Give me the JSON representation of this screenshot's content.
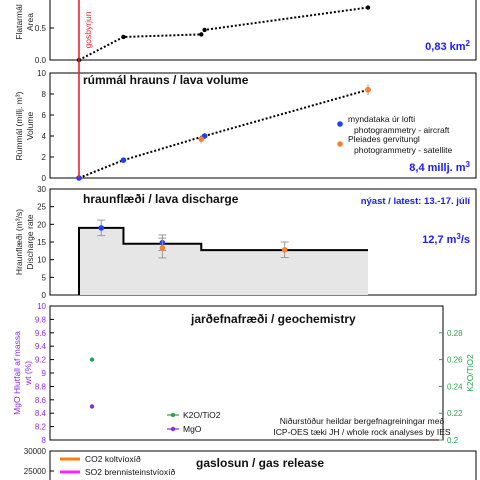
{
  "colors": {
    "aircraft": "#1f3fff",
    "satellite": "#ff7f2a",
    "eruption_line": "#e8232a",
    "k2o": "#2ca24a",
    "mgo": "#8a2be2",
    "co2": "#ff7f0e",
    "so2": "#ff22ff",
    "bar_fill": "#e6e6e6",
    "annotation_blue": "#1a1aff"
  },
  "chart_data": [
    {
      "type": "line",
      "ylabel": "Flatarmál hrauns / Area",
      "ylabel_lines": [
        "Flatarmál",
        "Area"
      ],
      "ytick_labels": [
        "0.0",
        "0.5"
      ],
      "ylim": [
        0,
        1.0
      ],
      "x": [
        0,
        4,
        11,
        11.3,
        26
      ],
      "y": [
        0,
        0.36,
        0.4,
        0.47,
        0.82
      ],
      "eruption_label": "gosbyrjun",
      "value_label": "0,83 km",
      "value_sup": "2"
    },
    {
      "type": "scatter",
      "title": "rúmmál hrauns / lava volume",
      "ylabel_lines": [
        "Rúmmál (millj. m³)",
        "Volume"
      ],
      "ytick_labels": [
        "0",
        "2",
        "4",
        "6",
        "8",
        "10"
      ],
      "ylim": [
        0,
        10
      ],
      "series": [
        {
          "name": "myndataka úr lofti photogrammetry - aircraft",
          "legend_lines": [
            "myndataka úr lofti",
            "photogrammetry - aircraft"
          ],
          "x": [
            0,
            4,
            11.3,
            26
          ],
          "y": [
            0,
            1.7,
            4.0,
            8.4
          ],
          "yerr": [
            0,
            0.1,
            0.3,
            0.5
          ]
        },
        {
          "name": "Pleiades gervitungl photogrammetry - satellite",
          "legend_lines": [
            "Pleiades gervitungl",
            "photogrammetry - satellite"
          ],
          "x": [
            11,
            26
          ],
          "y": [
            3.7,
            8.4
          ],
          "yerr": [
            0.4,
            0.4
          ]
        }
      ],
      "trend_x": [
        0,
        4,
        11.3,
        26
      ],
      "trend_y": [
        0,
        1.7,
        4.0,
        8.4
      ],
      "value_label": "8,4 millj. m",
      "value_sup": "3"
    },
    {
      "type": "bar",
      "title": "hraunflæði / lava discharge",
      "ylabel_lines": [
        "Hraunflæði (m³/s)",
        "Discharge rate"
      ],
      "ytick_labels": [
        "0",
        "5",
        "10",
        "15",
        "20",
        "25",
        "30"
      ],
      "ylim": [
        0,
        30
      ],
      "steps": [
        {
          "x0": 0,
          "x1": 4,
          "value": 19
        },
        {
          "x0": 4,
          "x1": 11,
          "value": 14.5
        },
        {
          "x0": 11,
          "x1": 26,
          "value": 12.7
        }
      ],
      "points": [
        {
          "x": 2,
          "y": 19,
          "err": 2.2,
          "color_key": "aircraft"
        },
        {
          "x": 7.5,
          "y": 14.8,
          "err": 2.2,
          "color_key": "aircraft"
        },
        {
          "x": 7.5,
          "y": 13.3,
          "err": 2.8,
          "color_key": "satellite"
        },
        {
          "x": 18.5,
          "y": 12.8,
          "err": 2.2,
          "color_key": "satellite"
        }
      ],
      "latest_label": "nýast / latest: 13.-17. júlí",
      "value_label": "12,7 m",
      "value_sup": "3",
      "value_suffix": "/s"
    },
    {
      "type": "scatter",
      "title": "jarðefnafræði / geochemistry",
      "ylabel_lines": [
        "MgO Hlutfall af massa",
        "wt (%)"
      ],
      "ytick_labels": [
        "8",
        "8.2",
        "8.4",
        "8.6",
        "8.8",
        "9",
        "9.2",
        "9.4",
        "9.6",
        "9.8",
        "10"
      ],
      "ylim": [
        8,
        10
      ],
      "y2label": "K2O/TiO2",
      "y2tick_labels": [
        "0.2",
        "0.22",
        "0.24",
        "0.26",
        "0.28"
      ],
      "y2lim": [
        0.2,
        0.3
      ],
      "series": [
        {
          "name": "K2O/TiO2",
          "x": [
            1
          ],
          "y2": [
            0.26
          ]
        },
        {
          "name": "MgO",
          "x": [
            1
          ],
          "y": [
            8.5
          ]
        }
      ],
      "note_lines": [
        "Niðurstöður heildar bergefnagreiningar með",
        "ICP-OES tæki JH / whole rock analyses by IES"
      ]
    },
    {
      "type": "line",
      "title": "gaslosun / gas release",
      "ytick_labels": [
        "30000",
        "25000"
      ],
      "ylim": [
        0,
        30000
      ],
      "series": [
        {
          "name": "CO2 koltvíoxíð"
        },
        {
          "name": "SO2 brennisteinstvíoxíð"
        }
      ]
    }
  ]
}
